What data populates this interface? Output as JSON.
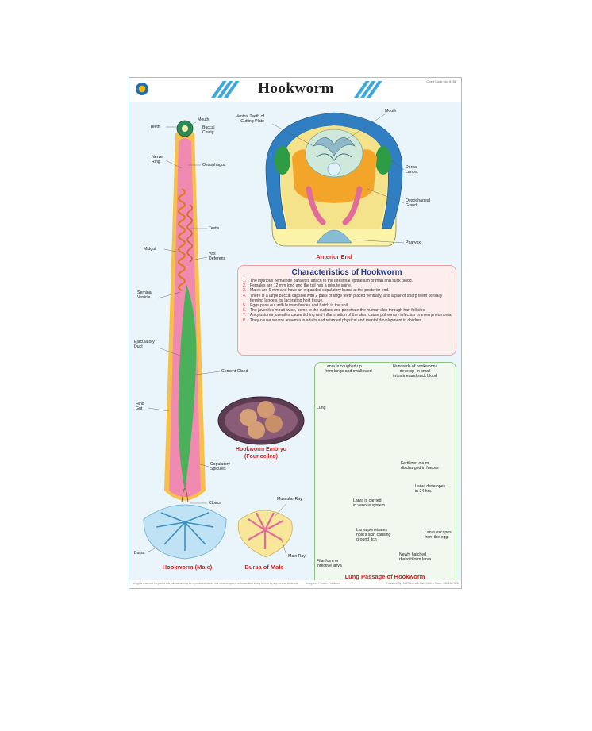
{
  "poster": {
    "title": "Hookworm",
    "catalog_no": "Chart Code No. 8788",
    "colors": {
      "accent": "#3fa9dc",
      "caption": "#c62828",
      "heading": "#1f3c8c"
    }
  },
  "anterior_end": {
    "caption": "Anterior End",
    "labels": {
      "ventral_teeth": "Ventral Teeth of\nCutting Plate",
      "mouth": "Mouth",
      "dorsal_lancet": "Dorsal\nLancet",
      "oesophageal_gland": "Oesophageal\nGland",
      "pharynx": "Pharynx"
    }
  },
  "male": {
    "caption": "Hookworm (Male)",
    "labels": {
      "teeth": "Teeth",
      "mouth": "Mouth",
      "buccal_cavity": "Buccal\nCavity",
      "nerve_ring": "Nerve\nRing",
      "oesophagus": "Oesophagus",
      "testis": "Testis",
      "midgut": "Midgut",
      "vas_deferens": "Vas\nDeferens",
      "seminal_vesicle": "Seminal\nVesicle",
      "ejaculatory_duct": "Ejaculatory\nDuct",
      "cement_gland": "Cement Gland",
      "hind_gut": "Hind\nGut",
      "copulatory_spicules": "Copulatory\nSpicules",
      "cloaca": "Cloaca",
      "bursa": "Bursa"
    }
  },
  "characteristics": {
    "title": "Characteristics of Hookworm",
    "items": [
      "The injurious nematode parasites attach to the intestinal epithelium of  man and suck blood.",
      "Females are 12 mm long and the tail has a minute spine.",
      "Males are 9 mm and have an expanded copulatory bursa at the posterior end.",
      "There is a large buccal capsule with 2 pairs of large teeth placed ventrally, and a pair of sharp teeth dorsally forming lancets for lacerating host tissue.",
      "Eggs pass out with human faeces and hatch in the soil.",
      "The juveniles moult twice, come to the surface and penetrate the human skin through hair follicles.",
      "Ancylostoma juveniles cause itching and inflammation of the skin, cause pulmonary infection or even pneumonia.",
      "They cause severe anaemia in adults and retarded physical and mental development in children."
    ]
  },
  "embryo": {
    "caption": "Hookworm Embryo\n(Four celled)"
  },
  "bursa_male": {
    "caption": "Bursa of Male",
    "labels": {
      "muscular_ray": "Muscular Ray",
      "main_ray": "Main Ray"
    }
  },
  "lung_passage": {
    "caption": "Lung Passage of Hookworm",
    "labels": {
      "coughed_up": "Larva is coughed up\nfrom lungs and swallowed",
      "hundreds": "Hundreds of hookworms\ndevelop  in small\nintestine and suck blood",
      "lung": "Lung",
      "fertilized_ovum": "Fertilized ovum\ndischarged in faeces",
      "larva_develops": "Larva developes\nin 24 hrs.",
      "carried_venous": "Larva is carried\nin venous system",
      "penetrates": "Larva penetrates\nhost's skin causing\nground itch",
      "escapes": "Larva escapes\nfrom the egg",
      "newly_hatched": "Newly hatched\nrhabditiform larva",
      "filariform": "Filariform or\ninfective larva"
    }
  },
  "footer": {
    "left": "All rights reserved. No part of this publication may be reproduced, stored in a retrieval system or transmitted in any form or by any means, electronic, mechanical, photocopying, recording or otherwise.",
    "center": "Designed • Printed • Published",
    "right": "Published By : M.C. Anand & Sons, Delhi • Phone: 011-23273452"
  }
}
